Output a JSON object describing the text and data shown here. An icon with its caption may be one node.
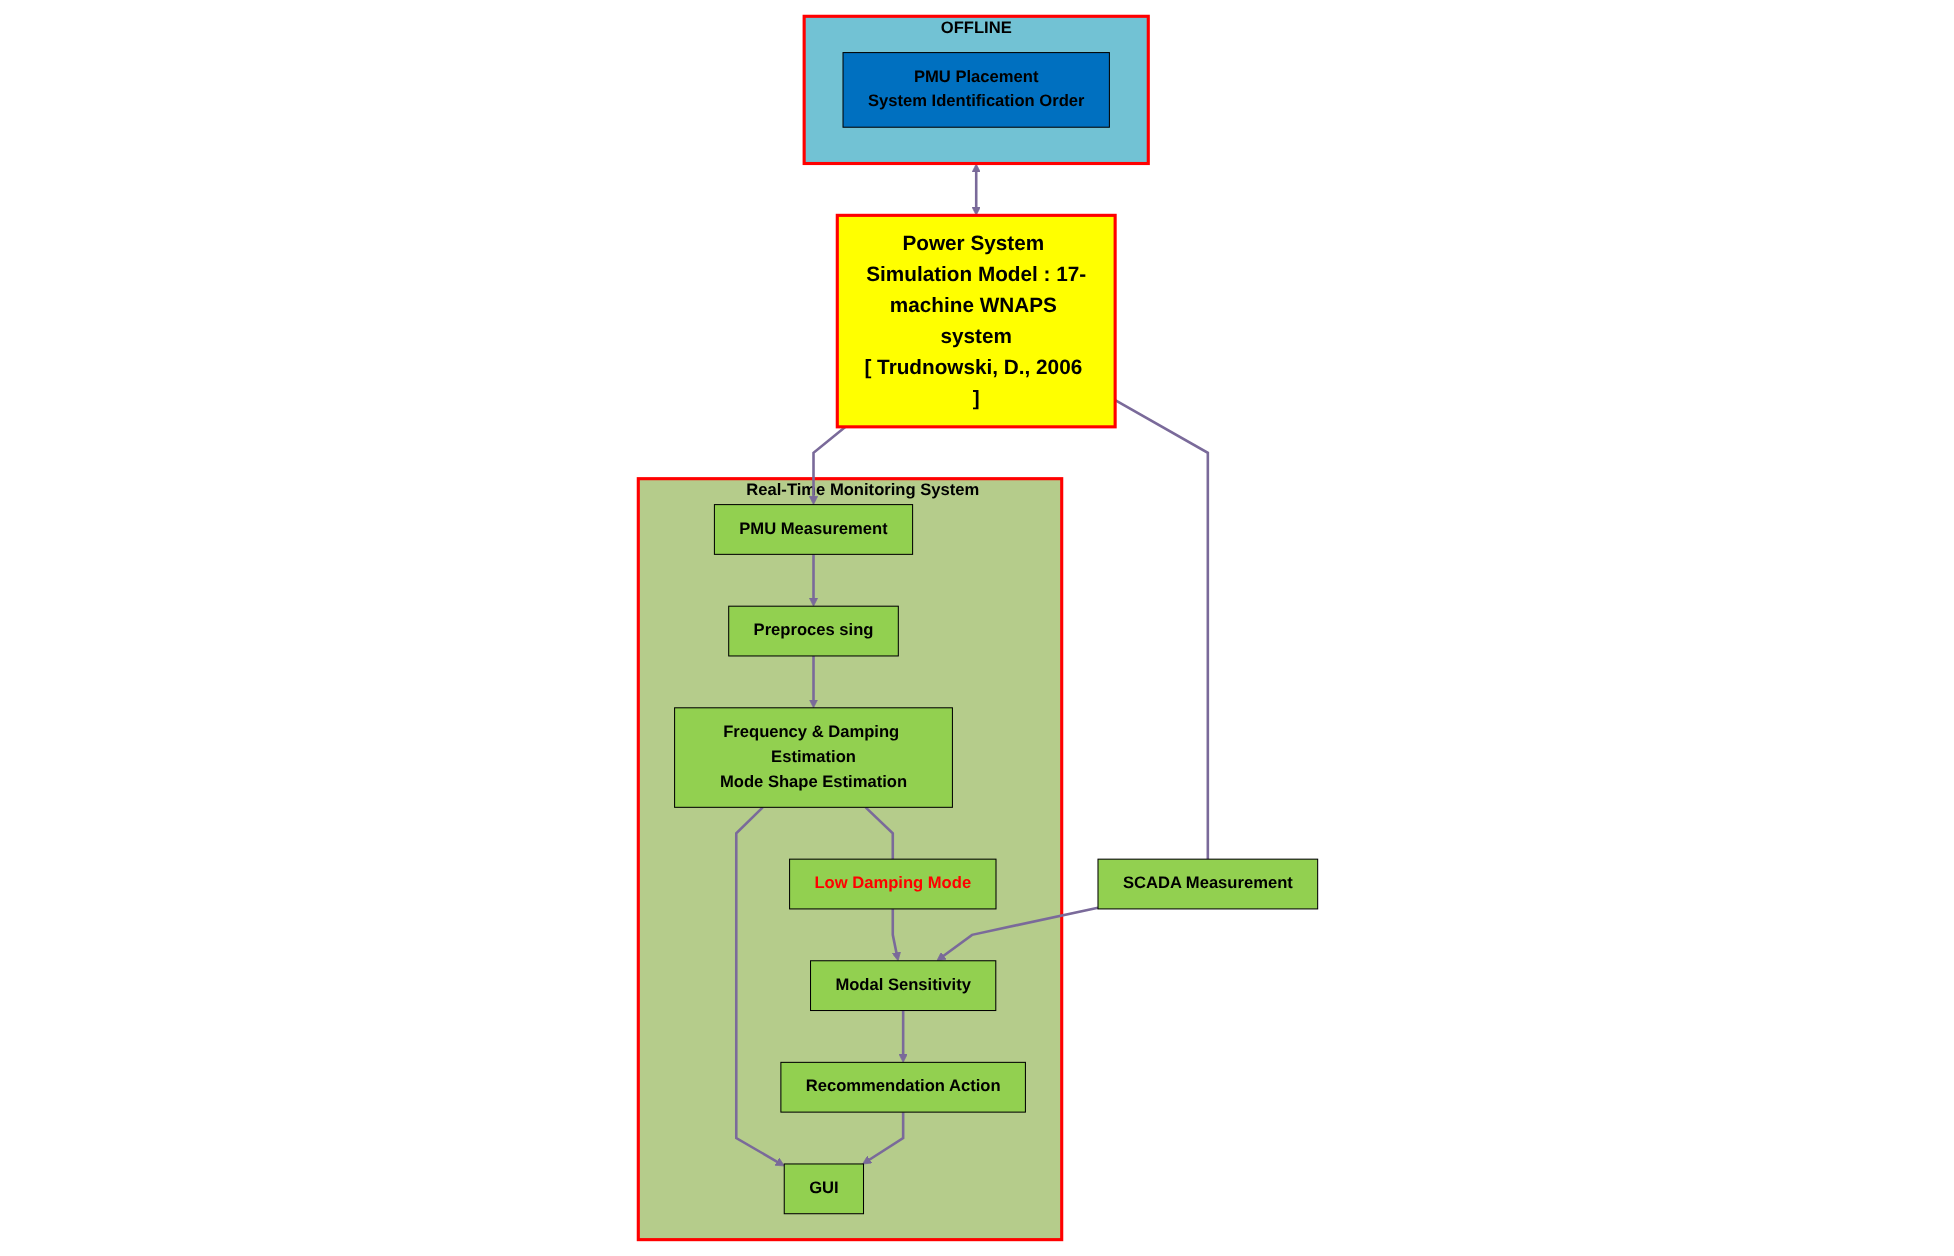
{
  "diagram": {
    "nodes": [
      {
        "text": [
          "OFFLINE"
        ]
      },
      {
        "text": [
          "PMU Placement",
          "System Identification Order"
        ],
        "in": 0
      },
      {
        "text": [
          "Real-Time Monitoring System"
        ]
      },
      {
        "text": [
          "PMU Measurement"
        ],
        "in": 2
      },
      {
        "text": [
          "Preproces sing"
        ],
        "in": 2
      },
      {
        "text": [
          "Frequency & Damping Estimation",
          "Mode Shape Estimation"
        ],
        "in": 2
      },
      {
        "text": [
          "GUI"
        ],
        "in": 2
      },
      {
        "text": [
          "Low Damping Mode"
        ],
        "in": 2
      },
      {
        "text": [
          "Modal Sensitivity"
        ],
        "in": 2
      },
      {
        "text": [
          "Recommendation Action"
        ],
        "in": 2
      },
      {
        "text": [
          "SCADA Measurement"
        ]
      },
      {
        "text": [
          "Power System Simulation Model : 17-machine WNAPS system",
          "[ Trudnowski, D., 2006 ]"
        ]
      }
    ],
    "edges": [
      {
        "from": 0,
        "to": 11,
        "arrow": "both"
      },
      {
        "from": 11,
        "to": 3,
        "arrow": "to"
      },
      {
        "from": 3,
        "to": 4,
        "arrow": "to"
      },
      {
        "from": 4,
        "to": 5,
        "arrow": "to"
      },
      {
        "from": 5,
        "to": 6,
        "arrow": "to"
      },
      {
        "from": 5,
        "to": 7,
        "arrow": "none"
      },
      {
        "from": 7,
        "to": 8,
        "arrow": "to"
      },
      {
        "from": 8,
        "to": 9,
        "arrow": "to"
      },
      {
        "from": 9,
        "to": 6,
        "arrow": "to"
      },
      {
        "from": 11,
        "to": 10,
        "arrow": "none"
      },
      {
        "from": 10,
        "to": 8,
        "arrow": "to"
      }
    ]
  }
}
